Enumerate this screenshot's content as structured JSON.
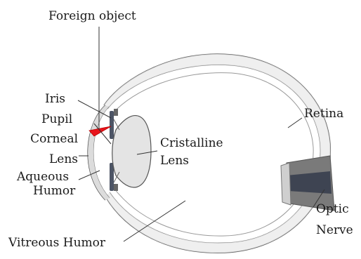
{
  "labels": {
    "foreign_object": "Foreign object",
    "iris": "Iris",
    "pupil": "Pupil",
    "corneal_lens": [
      "Corneal",
      "Lens"
    ],
    "aqueous_humor": [
      "Aqueous",
      "Humor"
    ],
    "vitreous_humor": "Vitreous Humor",
    "cristalline_lens": [
      "Cristalline",
      "Lens"
    ],
    "retina": "Retina",
    "optic_nerve": [
      "Optic",
      "Nerve"
    ]
  },
  "colors": {
    "foreign_object": "#e8141c",
    "outline": "#555555",
    "sclera_fill": "#e6e6e6",
    "iris_fill": "#4d5566",
    "optic_nerve_fill": "#6a6a6a"
  }
}
